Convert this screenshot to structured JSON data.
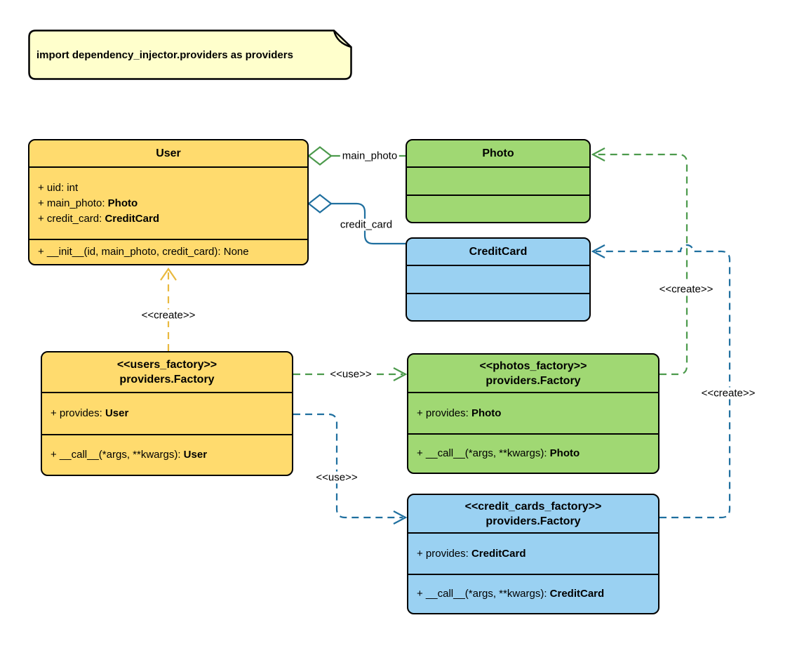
{
  "colors": {
    "class-yellow": "#FFDB6E",
    "class-green": "#A0D873",
    "class-blue": "#9AD1F2",
    "note-yellow": "#FFFFCC",
    "edge-gold": "#E9B93F",
    "edge-green": "#4C9A4C",
    "edge-blue": "#1F6F9F"
  },
  "note": {
    "text": "import dependency_injector.providers as providers"
  },
  "classes": {
    "user": {
      "title": "User",
      "attributes": [
        {
          "text": "+ uid: int",
          "type": ""
        },
        {
          "text": "+ main_photo: ",
          "type": "Photo"
        },
        {
          "text": "+ credit_card: ",
          "type": "CreditCard"
        }
      ],
      "methods": [
        {
          "text": "+ __init__(id, main_photo, credit_card): None",
          "type": ""
        }
      ]
    },
    "photo": {
      "title": "Photo"
    },
    "credit_card": {
      "title": "CreditCard"
    },
    "users_factory": {
      "stereotype": "<<users_factory>>",
      "title": "providers.Factory",
      "attributes": [
        {
          "text": "+ provides: ",
          "type": "User"
        }
      ],
      "methods": [
        {
          "text": "+ __call__(*args, **kwargs): ",
          "type": "User"
        }
      ]
    },
    "photos_factory": {
      "stereotype": "<<photos_factory>>",
      "title": "providers.Factory",
      "attributes": [
        {
          "text": "+ provides: ",
          "type": "Photo"
        }
      ],
      "methods": [
        {
          "text": "+ __call__(*args, **kwargs): ",
          "type": "Photo"
        }
      ]
    },
    "credit_cards_factory": {
      "stereotype": "<<credit_cards_factory>>",
      "title": "providers.Factory",
      "attributes": [
        {
          "text": "+ provides: ",
          "type": "CreditCard"
        }
      ],
      "methods": [
        {
          "text": "+ __call__(*args, **kwargs): ",
          "type": "CreditCard"
        }
      ]
    }
  },
  "edges": {
    "main_photo": {
      "label": "main_photo"
    },
    "credit_card": {
      "label": "credit_card"
    },
    "create_user": {
      "label": "<<create>>"
    },
    "use_photos": {
      "label": "<<use>>"
    },
    "use_credit_cards": {
      "label": "<<use>>"
    },
    "create_photo": {
      "label": "<<create>>"
    },
    "create_credit_card": {
      "label": "<<create>>"
    }
  }
}
